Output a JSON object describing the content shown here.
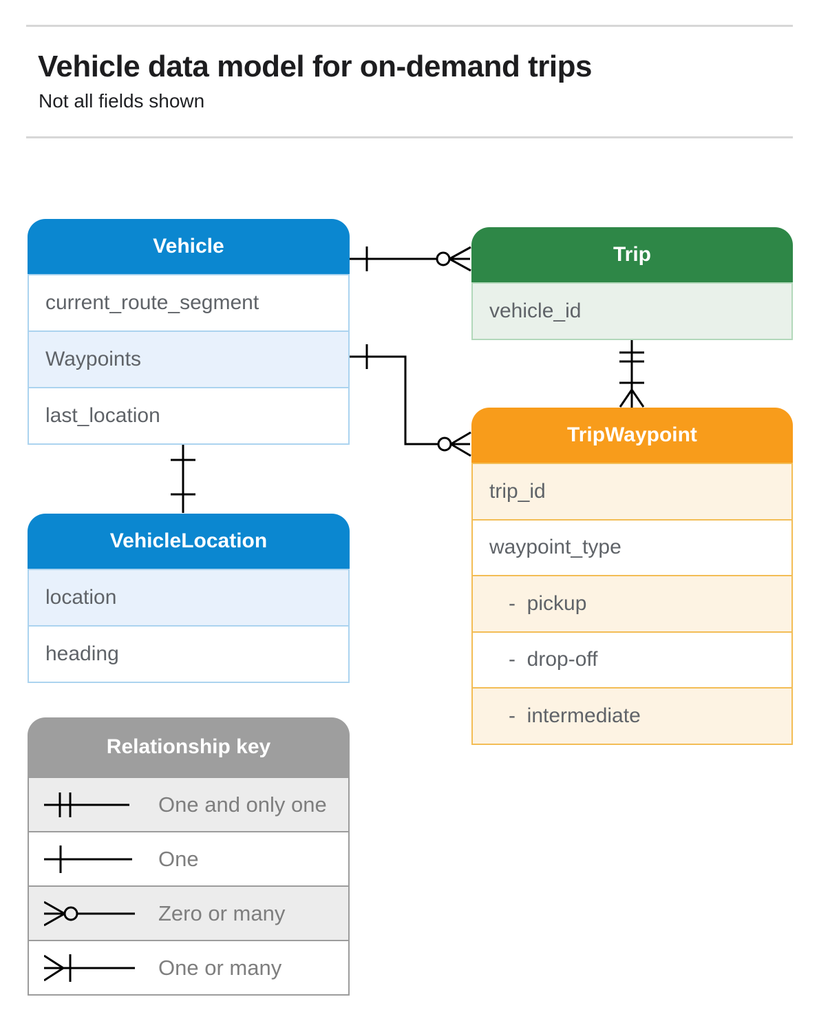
{
  "page": {
    "title": "Vehicle data model for on-demand trips",
    "subtitle": "Not all fields shown"
  },
  "colors": {
    "blue_header": "#0b87d0",
    "blue_tint": "#e8f1fc",
    "green_header": "#2e8747",
    "green_tint": "#e9f1ea",
    "orange_header": "#f89c1b",
    "orange_tint": "#fdf3e3",
    "gray_header": "#9e9e9e",
    "gray_tint": "#ececec",
    "field_text": "#5f6368",
    "connector": "#000000"
  },
  "tables": {
    "vehicle": {
      "title": "Vehicle",
      "rows": [
        "current_route_segment",
        "Waypoints",
        "last_location"
      ]
    },
    "trip": {
      "title": "Trip",
      "rows": [
        "vehicle_id"
      ]
    },
    "trip_waypoint": {
      "title": "TripWaypoint",
      "rows": [
        "trip_id",
        "waypoint_type",
        "-  pickup",
        "-  drop-off",
        "-  intermediate"
      ]
    },
    "vehicle_location": {
      "title": "VehicleLocation",
      "rows": [
        "location",
        "heading"
      ]
    }
  },
  "legend": {
    "title": "Relationship key",
    "items": [
      {
        "label": "One and only one",
        "symbol": "one-and-only-one"
      },
      {
        "label": "One",
        "symbol": "one"
      },
      {
        "label": "Zero or many",
        "symbol": "zero-or-many"
      },
      {
        "label": "One or many",
        "symbol": "one-or-many"
      }
    ]
  },
  "relationships": [
    {
      "from": "Vehicle",
      "to": "Trip",
      "from_end": "one",
      "to_end": "zero-or-many"
    },
    {
      "from": "Vehicle.Waypoints",
      "to": "TripWaypoint",
      "from_end": "one",
      "to_end": "zero-or-many"
    },
    {
      "from": "Trip",
      "to": "TripWaypoint",
      "from_end": "one-and-only-one",
      "to_end": "one-or-many"
    },
    {
      "from": "Vehicle",
      "to": "VehicleLocation",
      "from_end": "one",
      "to_end": "one"
    }
  ]
}
